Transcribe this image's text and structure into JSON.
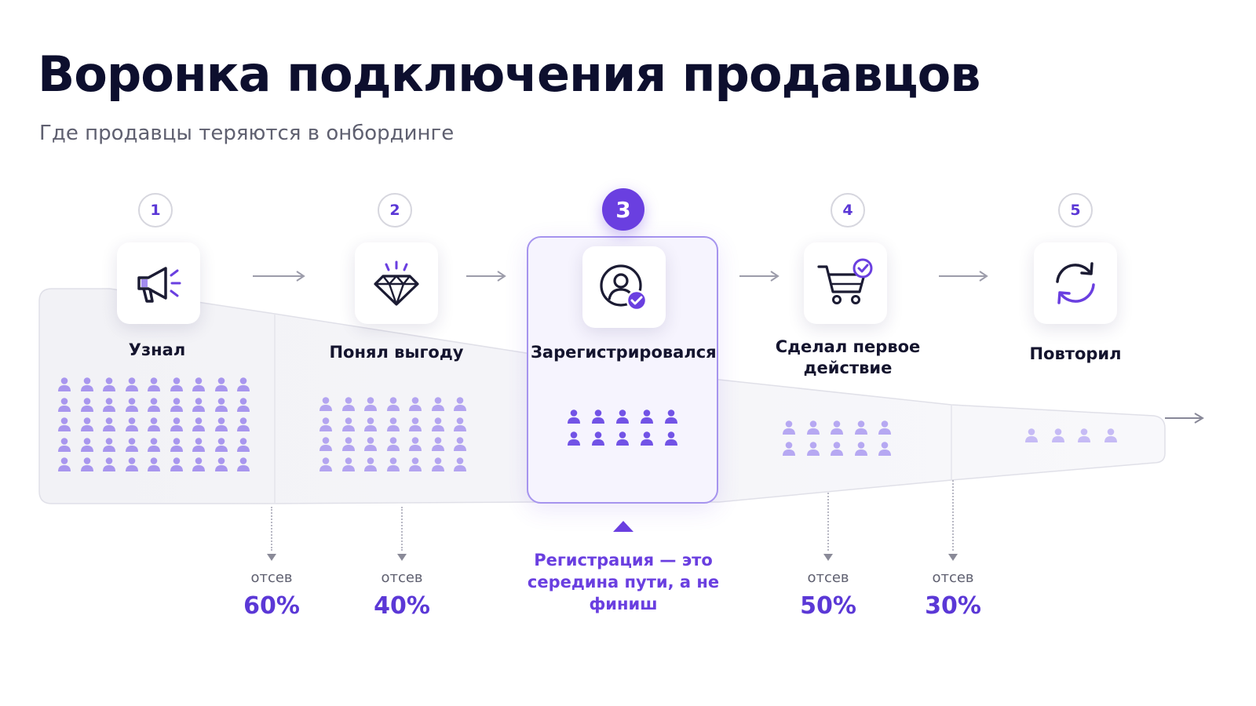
{
  "title": "Воронка подключения продавцов",
  "subtitle": "Где продавцы теряются в онбординге",
  "accent_color": "#6a3fe0",
  "stages": [
    {
      "number": "1",
      "label": "Узнал",
      "icon": "megaphone-icon"
    },
    {
      "number": "2",
      "label": "Понял выгоду",
      "icon": "diamond-icon"
    },
    {
      "number": "3",
      "label": "Зарегистрировался",
      "icon": "user-check-icon",
      "active": true
    },
    {
      "number": "4",
      "label": "Сделал первое действие",
      "icon": "cart-check-icon"
    },
    {
      "number": "5",
      "label": "Повторил",
      "icon": "refresh-icon"
    }
  ],
  "drops": [
    {
      "label": "отсев",
      "value": "60%"
    },
    {
      "label": "отсев",
      "value": "40%"
    },
    {
      "label": "отсев",
      "value": "50%"
    },
    {
      "label": "отсев",
      "value": "30%"
    }
  ],
  "note": "Регистрация — это середина пути, а не финиш"
}
